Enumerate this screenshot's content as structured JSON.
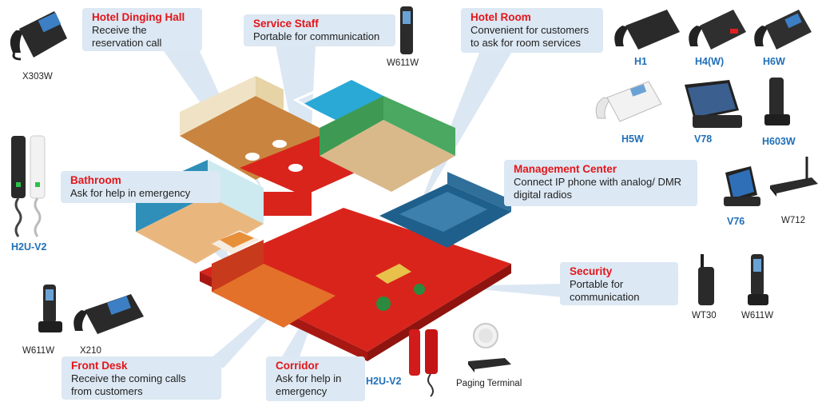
{
  "callouts": {
    "hotel_dining": {
      "title": "Hotel Dinging Hall",
      "line1": "Receive the",
      "line2": "reservation call"
    },
    "service_staff": {
      "title": "Service Staff",
      "line1": "Portable for communication"
    },
    "hotel_room": {
      "title": "Hotel Room",
      "line1": "Convenient for customers",
      "line2": "to ask for room services"
    },
    "bathroom": {
      "title": "Bathroom",
      "line1": "Ask for help in emergency"
    },
    "management": {
      "title": "Management Center",
      "line1": "Connect IP phone with analog/ DMR",
      "line2": "digital radios"
    },
    "security": {
      "title": "Security",
      "line1": "Portable for",
      "line2": "communication"
    },
    "front_desk": {
      "title": "Front Desk",
      "line1": "Receive the coming calls",
      "line2": "from customers"
    },
    "corridor": {
      "title": "Corridor",
      "line1": "Ask for help in",
      "line2": "emergency"
    }
  },
  "devices": {
    "x303w": "X303W",
    "w611w_top": "W611W",
    "h1": "H1",
    "h4w": "H4(W)",
    "h6w": "H6W",
    "h5w": "H5W",
    "v78": "V78",
    "h603w": "H603W",
    "v76": "V76",
    "w712": "W712",
    "h2u_left": "H2U-V2",
    "w611w_left": "W611W",
    "x210": "X210",
    "h2u_bottom": "H2U-V2",
    "paging": "Paging Terminal",
    "wt30": "WT30",
    "w611w_right": "W611W"
  },
  "colors": {
    "callout_bg": "#dce8f3",
    "title_red": "#e3151a",
    "model_blue": "#1f6fb8",
    "floor_red": "#d9241c"
  }
}
